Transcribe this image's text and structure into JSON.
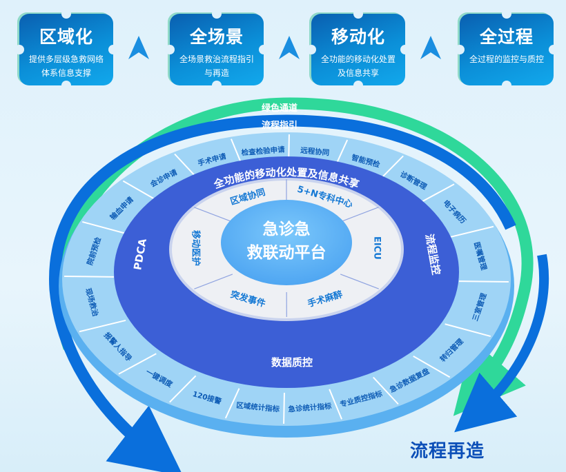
{
  "cards": [
    {
      "title": "区域化",
      "desc": "提供多层级急救网络体系信息支撑"
    },
    {
      "title": "全场景",
      "desc": "全场景救治流程指引与再造"
    },
    {
      "title": "移动化",
      "desc": "全功能的移动化处置及信息共享"
    },
    {
      "title": "全过程",
      "desc": "全过程的监控与质控"
    }
  ],
  "arcs": {
    "green": "绿色通道",
    "blue": "流程指引"
  },
  "outer_ring": [
    "远程协同",
    "智能预检",
    "诊断管理",
    "电子病历",
    "医嘱管理",
    "三室管理",
    "转归管理",
    "急诊数据复盘",
    "专业质控指标",
    "急诊统计指标",
    "区域统计指标",
    "120接警",
    "一键调度",
    "报警人指导",
    "现场救治",
    "院前预检",
    "输血申请",
    "会诊申请",
    "手术申请",
    "检查检验申请"
  ],
  "blue_ring": {
    "top": "全功能的移动化处置及信息共享",
    "left": "PDCA",
    "right": "流程监控",
    "bottom": "数据质控"
  },
  "inner_ring": [
    "5+N专科中心",
    "EICU",
    "手术麻醉",
    "突发事件",
    "移动医护",
    "区域协同"
  ],
  "center": {
    "line1": "急诊急",
    "line2": "救联动平台"
  },
  "footer": "流程再造",
  "colors": {
    "green": "#2fd89a",
    "blue": "#0a6fdc",
    "ring_dark": "#3c5fd6",
    "ring_light": "#8ccbf3"
  }
}
